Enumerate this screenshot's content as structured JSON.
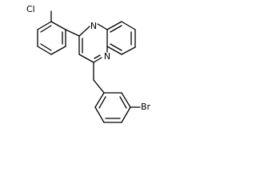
{
  "molecule": {
    "atoms": {
      "n1": "N",
      "n4": "N",
      "cl": "Cl",
      "br": "Br"
    }
  }
}
